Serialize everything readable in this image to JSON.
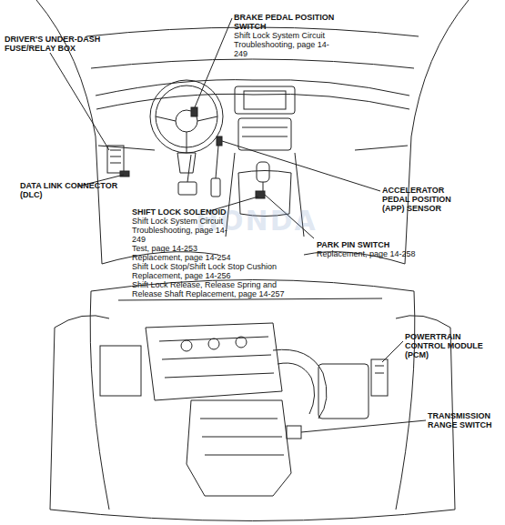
{
  "diagram": {
    "nodes": [],
    "edges": [],
    "labels": [
      "DRIVER'S UNDER-DASH FUSE/RELAY BOX",
      "BRAKE PEDAL POSITION SWITCH",
      "Shift Lock System Circuit Troubleshooting, page 14-249",
      "DATA LINK CONNECTOR (DLC)",
      "ACCELERATOR PEDAL POSITION (APP) SENSOR",
      "SHIFT LOCK SOLENOID",
      "Shift Lock System Circuit Troubleshooting, page 14-249",
      "Test, page 14-253",
      "Replacement, page 14-254",
      "Shift Lock Stop/Shift Lock Stop Cushion Replacement, page 14-256",
      "Shift Lock Release, Release Spring and Release Shaft Replacement, page 14-257",
      "PARK PIN SWITCH",
      "Replacement, page 14-258",
      "POWERTRAIN CONTROL MODULE (PCM)",
      "TRANSMISSION RANGE SWITCH",
      "HONDA"
    ]
  }
}
